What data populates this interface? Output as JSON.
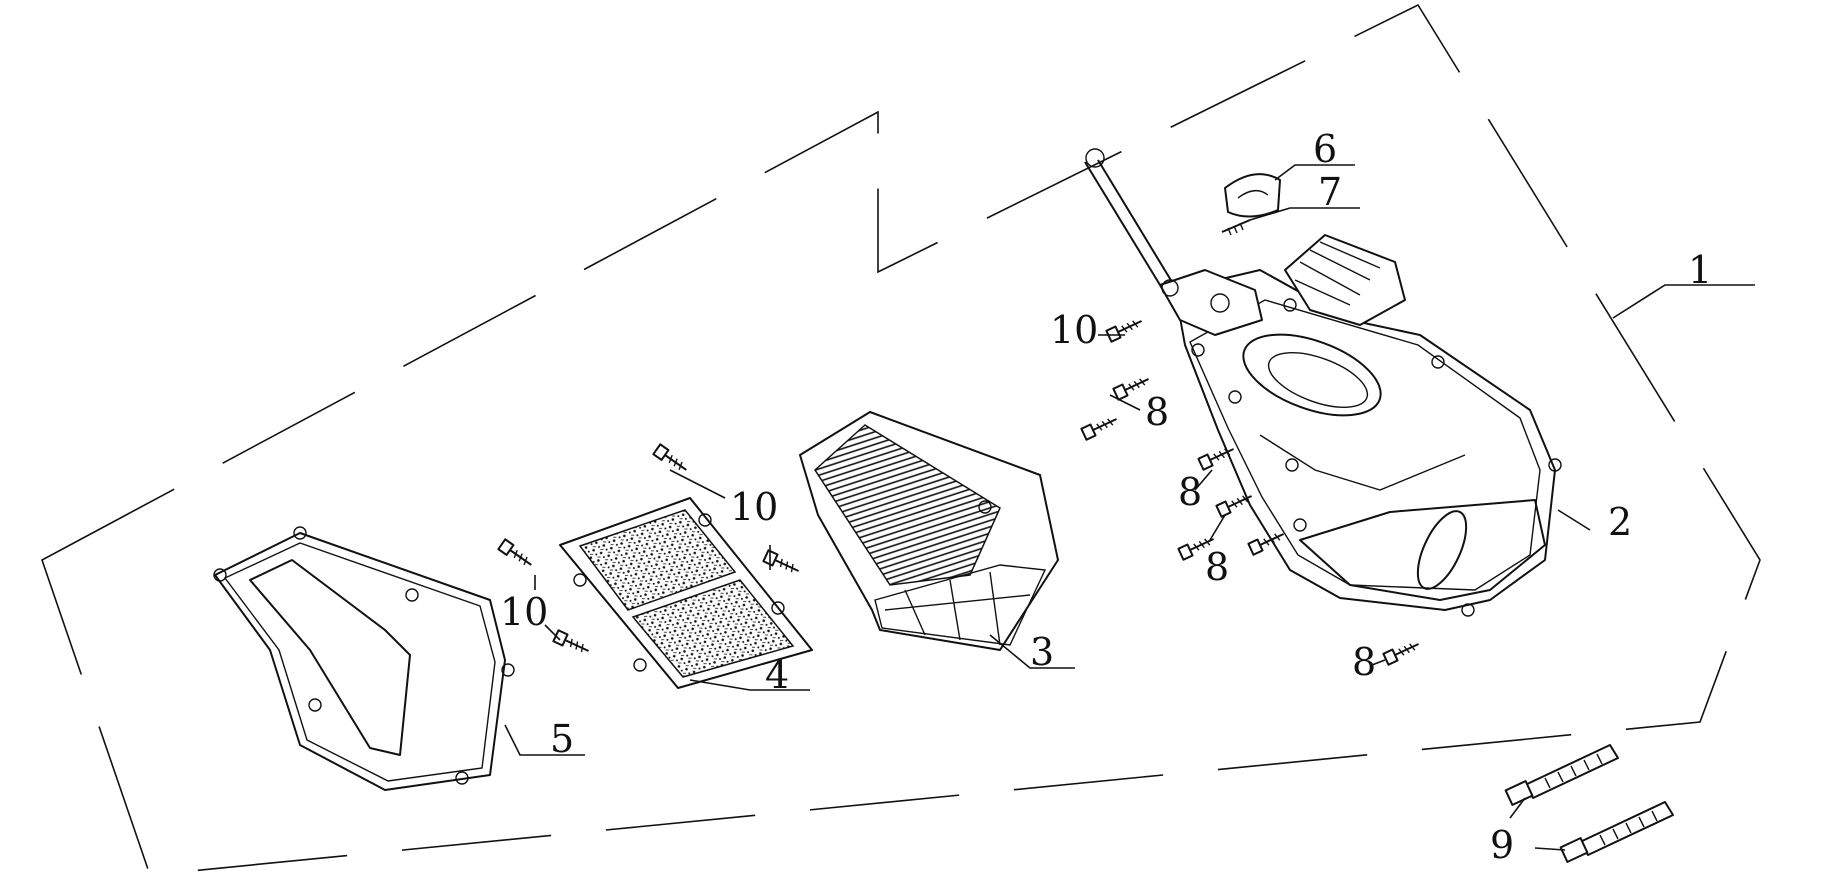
{
  "diagram": {
    "callouts": [
      {
        "id": "1",
        "label": "1"
      },
      {
        "id": "2",
        "label": "2"
      },
      {
        "id": "3",
        "label": "3"
      },
      {
        "id": "4",
        "label": "4"
      },
      {
        "id": "5",
        "label": "5"
      },
      {
        "id": "6",
        "label": "6"
      },
      {
        "id": "7",
        "label": "7"
      },
      {
        "id": "8a",
        "label": "8"
      },
      {
        "id": "8b",
        "label": "8"
      },
      {
        "id": "8c",
        "label": "8"
      },
      {
        "id": "8d",
        "label": "8"
      },
      {
        "id": "9",
        "label": "9"
      },
      {
        "id": "10a",
        "label": "10"
      },
      {
        "id": "10b",
        "label": "10"
      },
      {
        "id": "10c",
        "label": "10"
      }
    ]
  }
}
